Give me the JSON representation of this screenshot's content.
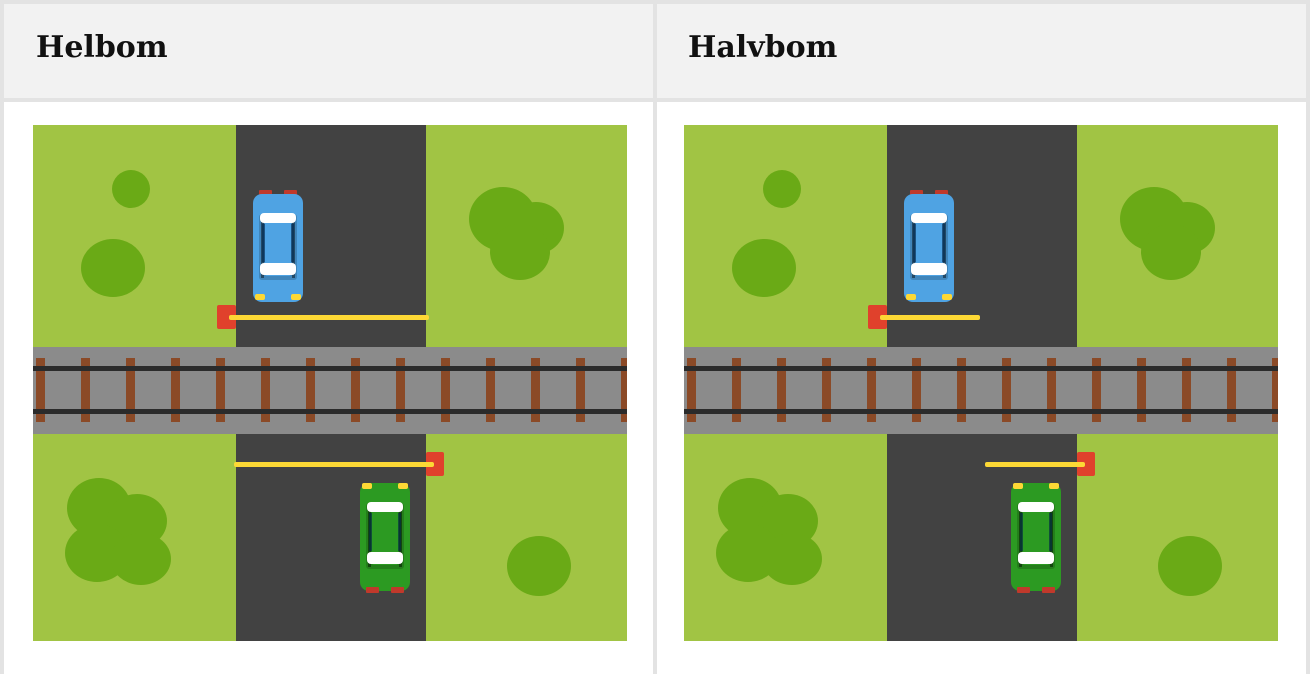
{
  "columns": [
    {
      "title": "Helbom",
      "barrier_type": "full"
    },
    {
      "title": "Halvbom",
      "barrier_type": "half"
    }
  ],
  "colors": {
    "grass": "#a1c444",
    "bush": "#6aaa16",
    "road": "#424242",
    "rail_bed": "#8b8b8b",
    "sleeper": "#8b4a27",
    "rail": "#2b2b2b",
    "boom": "#fdd835",
    "boom_post": "#e0412c",
    "car_top": "#4fa3e3",
    "car_bottom": "#2c9a22",
    "header_bg": "#f2f2f2",
    "border": "#e3e3e3"
  },
  "icons": [
    "bush-icon",
    "car-icon",
    "barrier-boom-icon",
    "railway-track-icon"
  ]
}
